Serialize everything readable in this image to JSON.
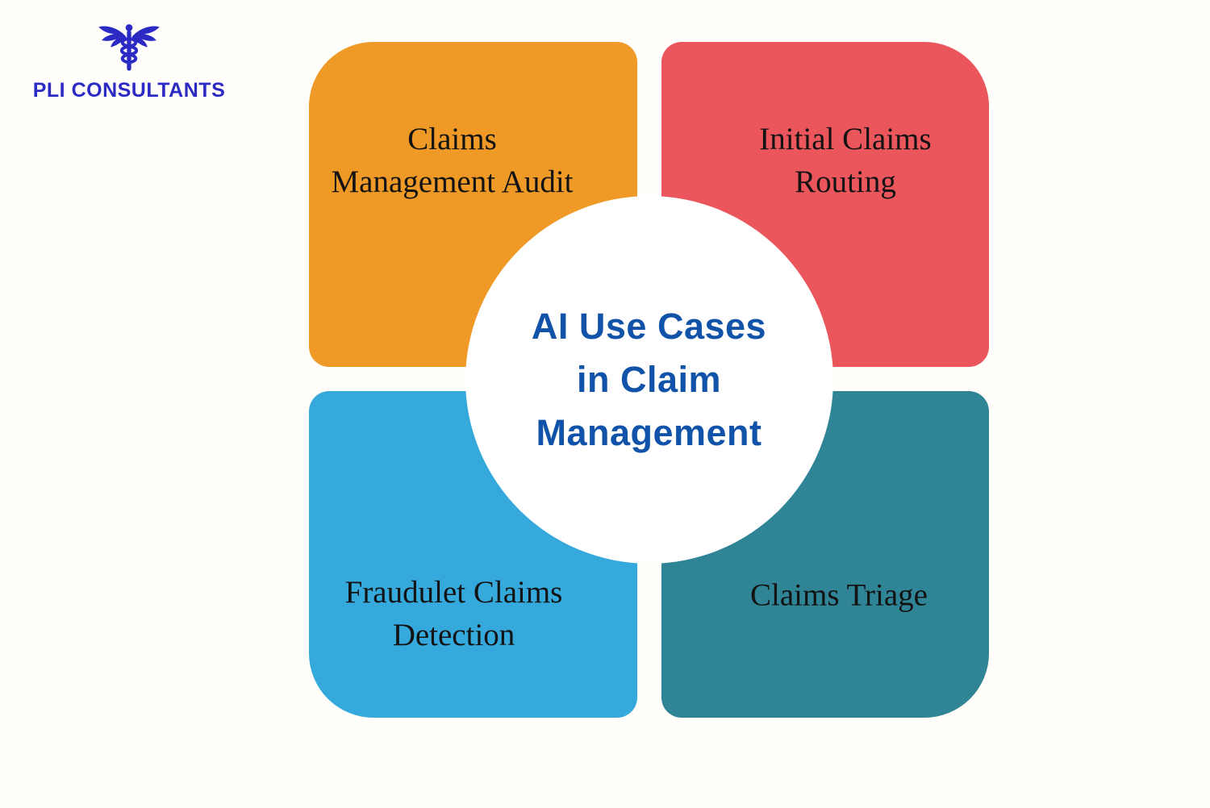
{
  "background_color": "#fffefa",
  "logo": {
    "icon": "caduceus-icon",
    "text": "PLI CONSULTANTS",
    "color": "#2b2bc4"
  },
  "center": {
    "circle_color": "#ffffff",
    "text_color": "#1153a8",
    "lines": [
      "AI Use Cases",
      "in Claim",
      "Management"
    ]
  },
  "quadrants": [
    {
      "id": "claims-management-audit",
      "position": "top-left",
      "color": "#ef9a26",
      "text_color": "#131313",
      "lines": [
        "Claims",
        "Management Audit"
      ]
    },
    {
      "id": "initial-claims-routing",
      "position": "top-right",
      "color": "#ea565c",
      "text_color": "#131313",
      "lines": [
        "Initial Claims",
        "Routing"
      ]
    },
    {
      "id": "fraudulent-claims-detection",
      "position": "bottom-left",
      "color": "#35a9dc",
      "text_color": "#131313",
      "lines": [
        "Fraudulet Claims",
        "Detection"
      ]
    },
    {
      "id": "claims-triage",
      "position": "bottom-right",
      "color": "#2f8496",
      "text_color": "#131313",
      "lines": [
        "Claims Triage"
      ]
    }
  ]
}
